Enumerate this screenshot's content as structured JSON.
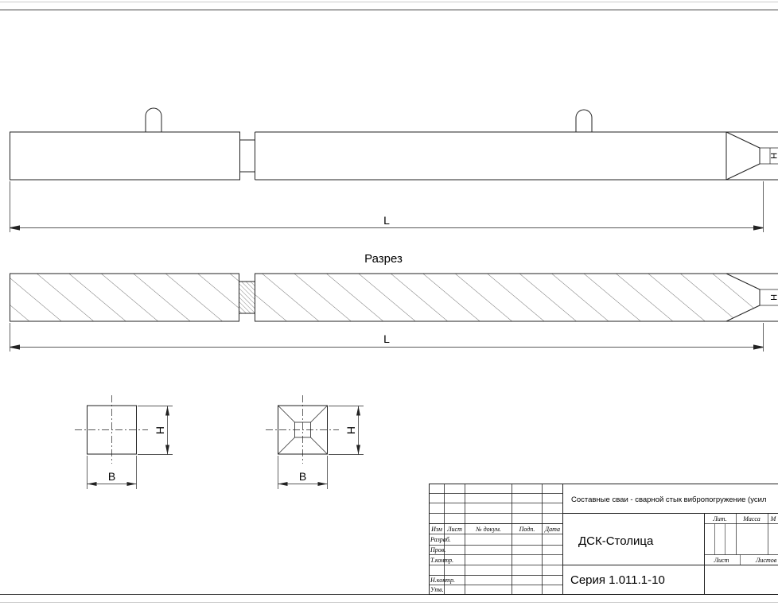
{
  "drawing": {
    "view_label": "Разрез",
    "length_label": "L",
    "height_label": "H",
    "width_label": "B"
  },
  "title_block": {
    "header_cols": [
      "Изм",
      "Лист",
      "№ докум.",
      "Подп.",
      "Дата"
    ],
    "row_labels": [
      "Разраб.",
      "Пров.",
      "Т.контр.",
      "",
      "Н.контр.",
      "Утв."
    ],
    "title": "Составные сваи - сварной стык вибропогружение (усил",
    "company": "ДСК-Столица",
    "series": "Серия 1.011.1-10",
    "lit_label": "Лит.",
    "mass_label": "Масса",
    "scale_label": "М",
    "sheet_label": "Лист",
    "sheets_label": "Листов"
  },
  "colors": {
    "line": "#222222",
    "background": "#ffffff"
  }
}
